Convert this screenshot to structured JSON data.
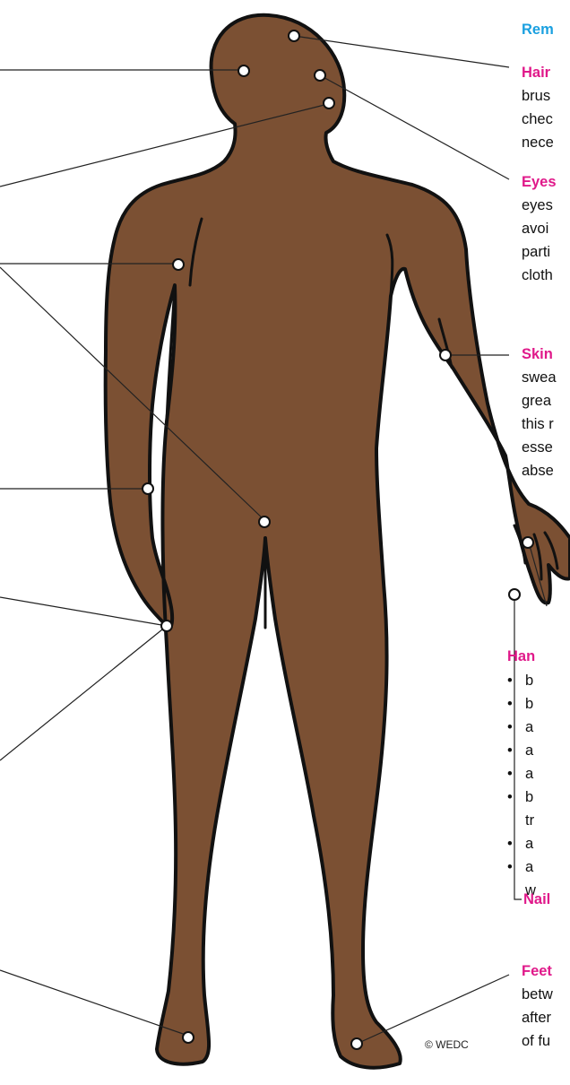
{
  "colors": {
    "skin": "#7B5033",
    "outline": "#111111",
    "heading": "#1AA0E0",
    "title": "#E0198A",
    "leader": "#222222",
    "marker_fill": "#FFFFFF"
  },
  "annotations": {
    "reminder_heading": "Rem",
    "hair": {
      "title": "Hair",
      "lines": [
        "brus",
        "chec",
        "nece"
      ]
    },
    "eyes": {
      "title": "Eyes",
      "lines": [
        "eyes",
        "avoi",
        "parti",
        "cloth"
      ]
    },
    "skin": {
      "title": "Skin",
      "lines": [
        "swea",
        "grea",
        "this r",
        "esse",
        "abse"
      ]
    },
    "hands": {
      "title": "Han",
      "bullets": [
        "b",
        "b",
        "a",
        "a",
        "a",
        "b",
        "tr",
        "a",
        "a",
        "w"
      ]
    },
    "nails": {
      "title": "Nail"
    },
    "feet": {
      "title": "Feet",
      "lines": [
        "betw",
        "after",
        "of fu"
      ]
    }
  },
  "copyright": "© WEDC"
}
